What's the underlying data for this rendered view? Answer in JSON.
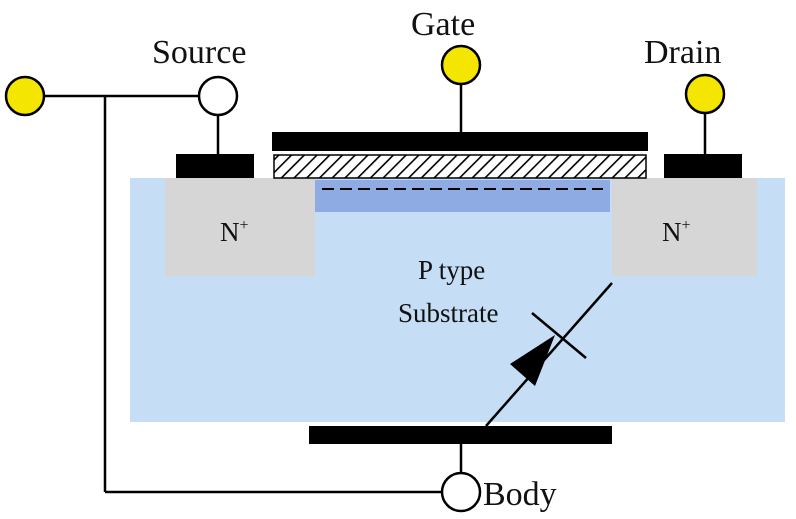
{
  "terminals": {
    "source": "Source",
    "gate": "Gate",
    "drain": "Drain",
    "body": "Body"
  },
  "regions": {
    "source_doping": {
      "base": "N",
      "sup": "+"
    },
    "drain_doping": {
      "base": "N",
      "sup": "+"
    },
    "substrate_line1": "P type",
    "substrate_line2": "Substrate"
  },
  "colors": {
    "substrate": "#c5def5",
    "channel": "#8fabe3",
    "n_region": "#d6d6d6",
    "metal": "#000000",
    "terminal_active": "#f4e600",
    "terminal_passive": "#ffffff"
  }
}
